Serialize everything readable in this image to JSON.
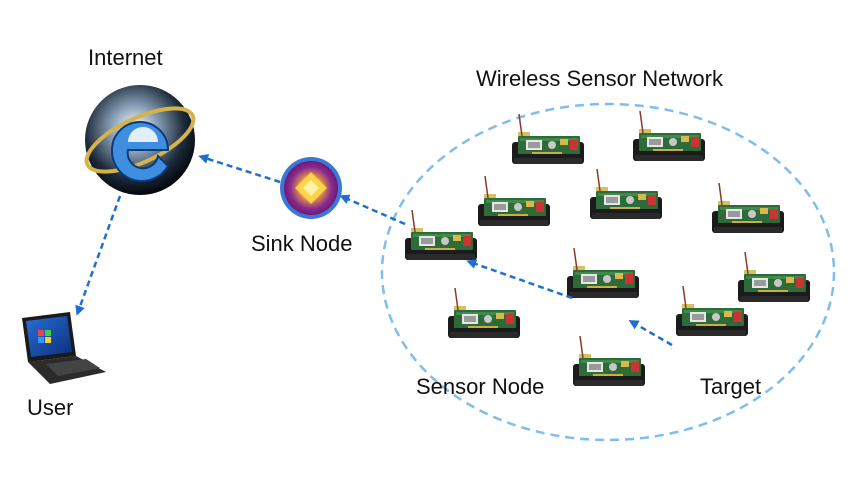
{
  "labels": {
    "internet": "Internet",
    "wsn": "Wireless Sensor Network",
    "sink": "Sink Node",
    "user": "User",
    "sensor": "Sensor Node",
    "target": "Target"
  },
  "colors": {
    "arrow": "#1f6fd0",
    "cluster_border": "#7fbdf0",
    "sink_fill": "#7a1e8c",
    "sink_center": "#ffd84a",
    "sink_ring": "#3a78d8",
    "board_green": "#2f6b3a",
    "board_dark": "#1b1b1b"
  },
  "icons": {
    "internet": "globe-ie-icon",
    "user": "laptop-icon",
    "sink": "sink-node-icon",
    "sensor": "sensor-mote-icon"
  }
}
